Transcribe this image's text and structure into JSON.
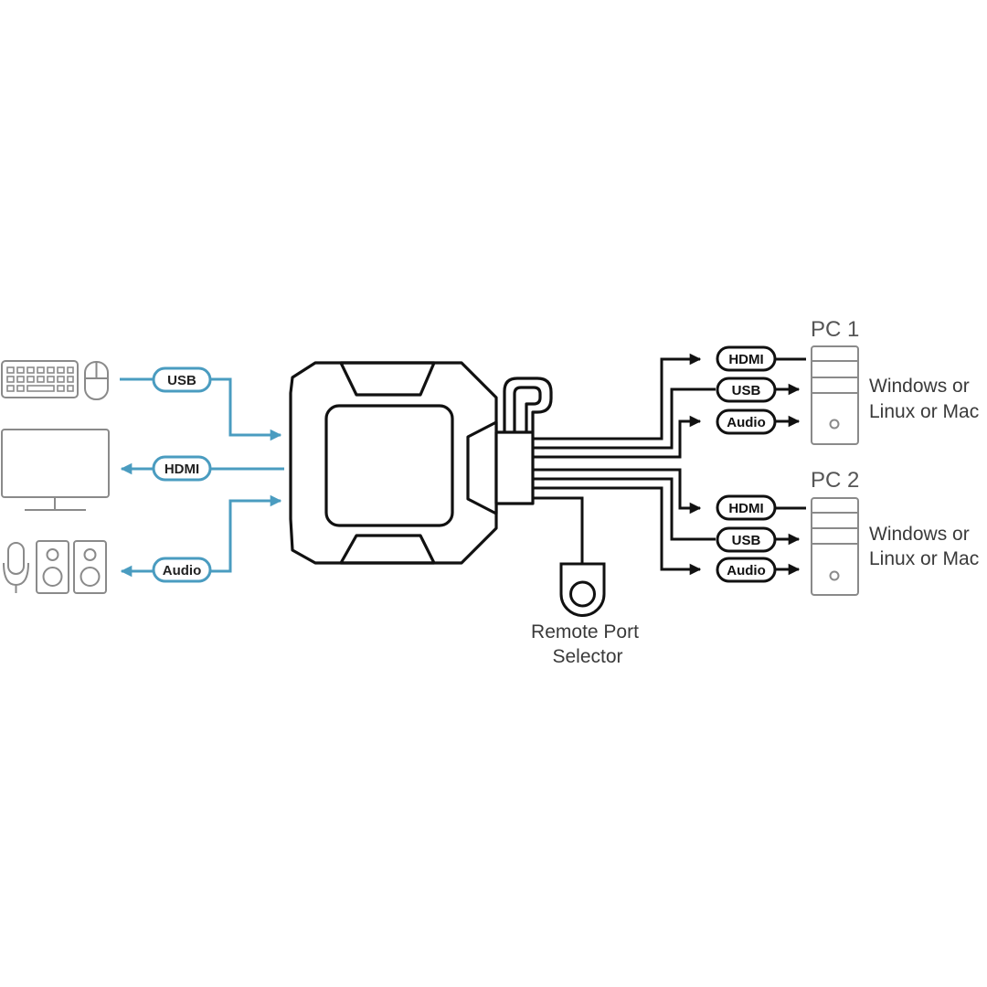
{
  "colors": {
    "blue": "#4a9cc0",
    "black": "#111111",
    "gray": "#8a8a8a"
  },
  "left": {
    "usb": "USB",
    "hdmi": "HDMI",
    "audio": "Audio"
  },
  "pc1": {
    "title": "PC 1",
    "line1": "Windows or",
    "line2": "Linux or Mac",
    "hdmi": "HDMI",
    "usb": "USB",
    "audio": "Audio"
  },
  "pc2": {
    "title": "PC 2",
    "line1": "Windows or",
    "line2": "Linux or Mac",
    "hdmi": "HDMI",
    "usb": "USB",
    "audio": "Audio"
  },
  "remote": {
    "line1": "Remote Port",
    "line2": "Selector"
  },
  "icons": [
    "keyboard-icon",
    "mouse-icon",
    "monitor-icon",
    "microphone-icon",
    "speaker-icon",
    "kvm-switch-icon",
    "remote-selector-icon",
    "pc-tower-icon"
  ]
}
